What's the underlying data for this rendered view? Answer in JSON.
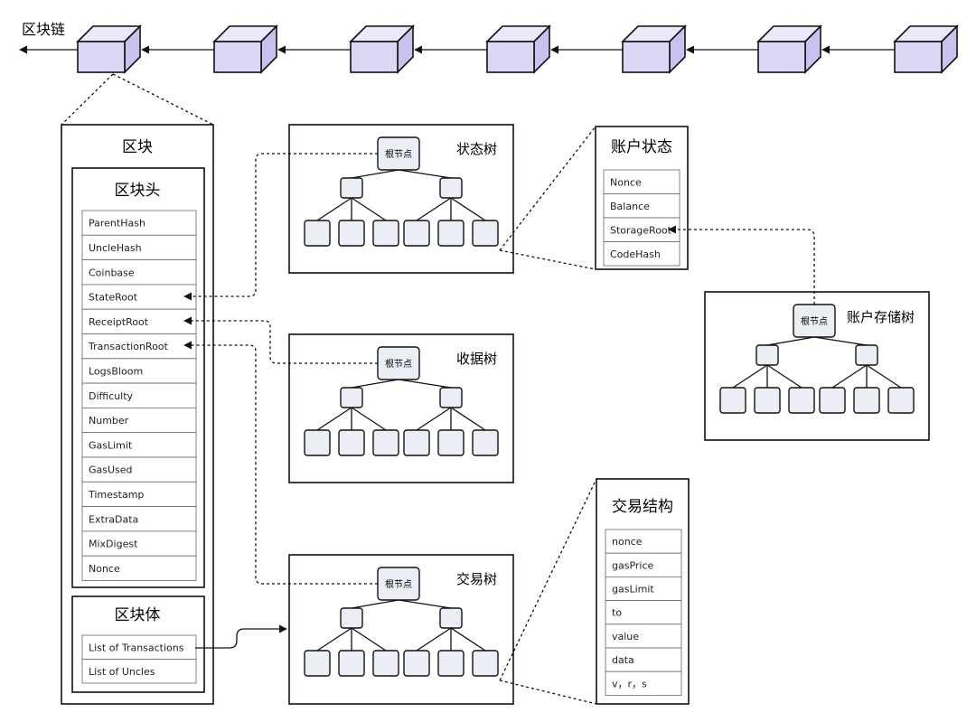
{
  "chain": {
    "label": "区块链",
    "block_count": 7
  },
  "block": {
    "title": "区块",
    "header": {
      "title": "区块头",
      "fields": [
        "ParentHash",
        "UncleHash",
        "Coinbase",
        "StateRoot",
        "ReceiptRoot",
        "TransactionRoot",
        "LogsBloom",
        "Difficulty",
        "Number",
        "GasLimit",
        "GasUsed",
        "Timestamp",
        "ExtraData",
        "MixDigest",
        "Nonce"
      ]
    },
    "body": {
      "title": "区块体",
      "fields": [
        "List of Transactions",
        "List of Uncles"
      ]
    }
  },
  "trees": {
    "state": {
      "title": "状态树",
      "root": "根节点"
    },
    "receipt": {
      "title": "收据树",
      "root": "根节点"
    },
    "transaction": {
      "title": "交易树",
      "root": "根节点"
    },
    "storage": {
      "title": "账户存储树",
      "root": "根节点"
    }
  },
  "account_state": {
    "title": "账户状态",
    "fields": [
      "Nonce",
      "Balance",
      "StorageRoot",
      "CodeHash"
    ]
  },
  "tx_structure": {
    "title": "交易结构",
    "fields": [
      "nonce",
      "gasPrice",
      "gasLimit",
      "to",
      "value",
      "data",
      "v，r，s"
    ]
  },
  "colors": {
    "cube_front": "#ddd7f5",
    "node_fill": "#eceef6",
    "stroke": "#111111"
  }
}
